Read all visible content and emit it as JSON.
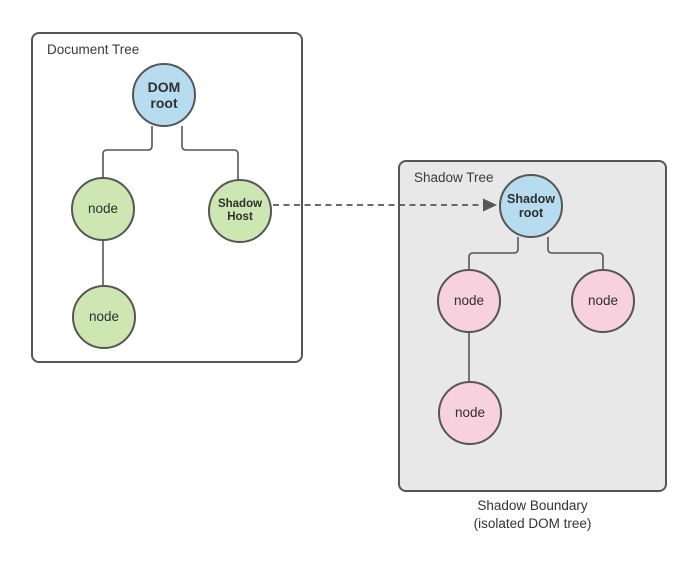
{
  "colors": {
    "stroke": "#565656",
    "shadow_panel_fill": "#e8e8e8",
    "document_panel_fill": "#ffffff",
    "blue_fill": "#b7dcf0",
    "green_fill": "#cee7b2",
    "pink_fill": "#f8d1de",
    "text": "#323232"
  },
  "panels": [
    {
      "label": "Document Tree"
    },
    {
      "label": "Shadow Tree"
    }
  ],
  "nodes": [
    {
      "id": "dom-root",
      "label": "DOM root",
      "fill": "#b7dcf0"
    },
    {
      "id": "doc-node-left",
      "label": "node",
      "fill": "#cee7b2"
    },
    {
      "id": "shadow-host",
      "label": "Shadow Host",
      "fill": "#cee7b2"
    },
    {
      "id": "doc-node-bottom",
      "label": "node",
      "fill": "#cee7b2"
    },
    {
      "id": "shadow-root",
      "label": "Shadow root",
      "fill": "#b7dcf0"
    },
    {
      "id": "shadow-node-left",
      "label": "node",
      "fill": "#f8d1de"
    },
    {
      "id": "shadow-node-right",
      "label": "node",
      "fill": "#f8d1de"
    },
    {
      "id": "shadow-node-bottom",
      "label": "node",
      "fill": "#f8d1de"
    }
  ],
  "edges": [
    {
      "from": "dom-root",
      "to": "doc-node-left",
      "style": "solid"
    },
    {
      "from": "dom-root",
      "to": "shadow-host",
      "style": "solid"
    },
    {
      "from": "doc-node-left",
      "to": "doc-node-bottom",
      "style": "solid"
    },
    {
      "from": "shadow-host",
      "to": "shadow-root",
      "style": "dashed-arrow"
    },
    {
      "from": "shadow-root",
      "to": "shadow-node-left",
      "style": "solid"
    },
    {
      "from": "shadow-root",
      "to": "shadow-node-right",
      "style": "solid"
    },
    {
      "from": "shadow-node-left",
      "to": "shadow-node-bottom",
      "style": "solid"
    }
  ],
  "caption": {
    "line1": "Shadow Boundary",
    "line2": "(isolated DOM tree)"
  }
}
